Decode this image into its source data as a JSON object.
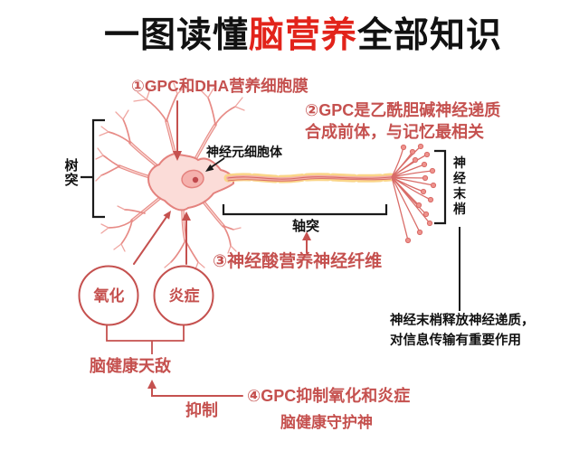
{
  "colors": {
    "title_black": "#111111",
    "title_red": "#e2231a",
    "accent_red": "#c5514f",
    "neuron_outline": "#e4827e",
    "neuron_fill": "#fbdcd8",
    "myelin_yellow": "#fad588",
    "background": "#ffffff"
  },
  "title": {
    "prefix": "一图读懂",
    "highlight": "脑营养",
    "suffix": "全部知识"
  },
  "annotations": {
    "point1": "①GPC和DHA营养细胞膜",
    "point2_line1": "②GPC是乙酰胆碱神经递质",
    "point2_line2": "合成前体，与记忆最相关",
    "point3": "③神经酸营养神经纤维",
    "point4_line1": "④GPC抑制氧化和炎症",
    "point4_line2": "脑健康守护神"
  },
  "neuron": {
    "dendrites_label": "树\n突",
    "cell_body_label": "神经元细胞体",
    "axon_label": "轴突",
    "nerve_endings_label": "神\n经\n末\n梢",
    "endings_note_line1": "神经末梢释放神经递质，",
    "endings_note_line2": "对信息传输有重要作用"
  },
  "enemies": {
    "oxidation": "氧化",
    "inflammation": "炎症",
    "nemesis_label": "脑健康天敌",
    "inhibit_label": "抑制"
  }
}
